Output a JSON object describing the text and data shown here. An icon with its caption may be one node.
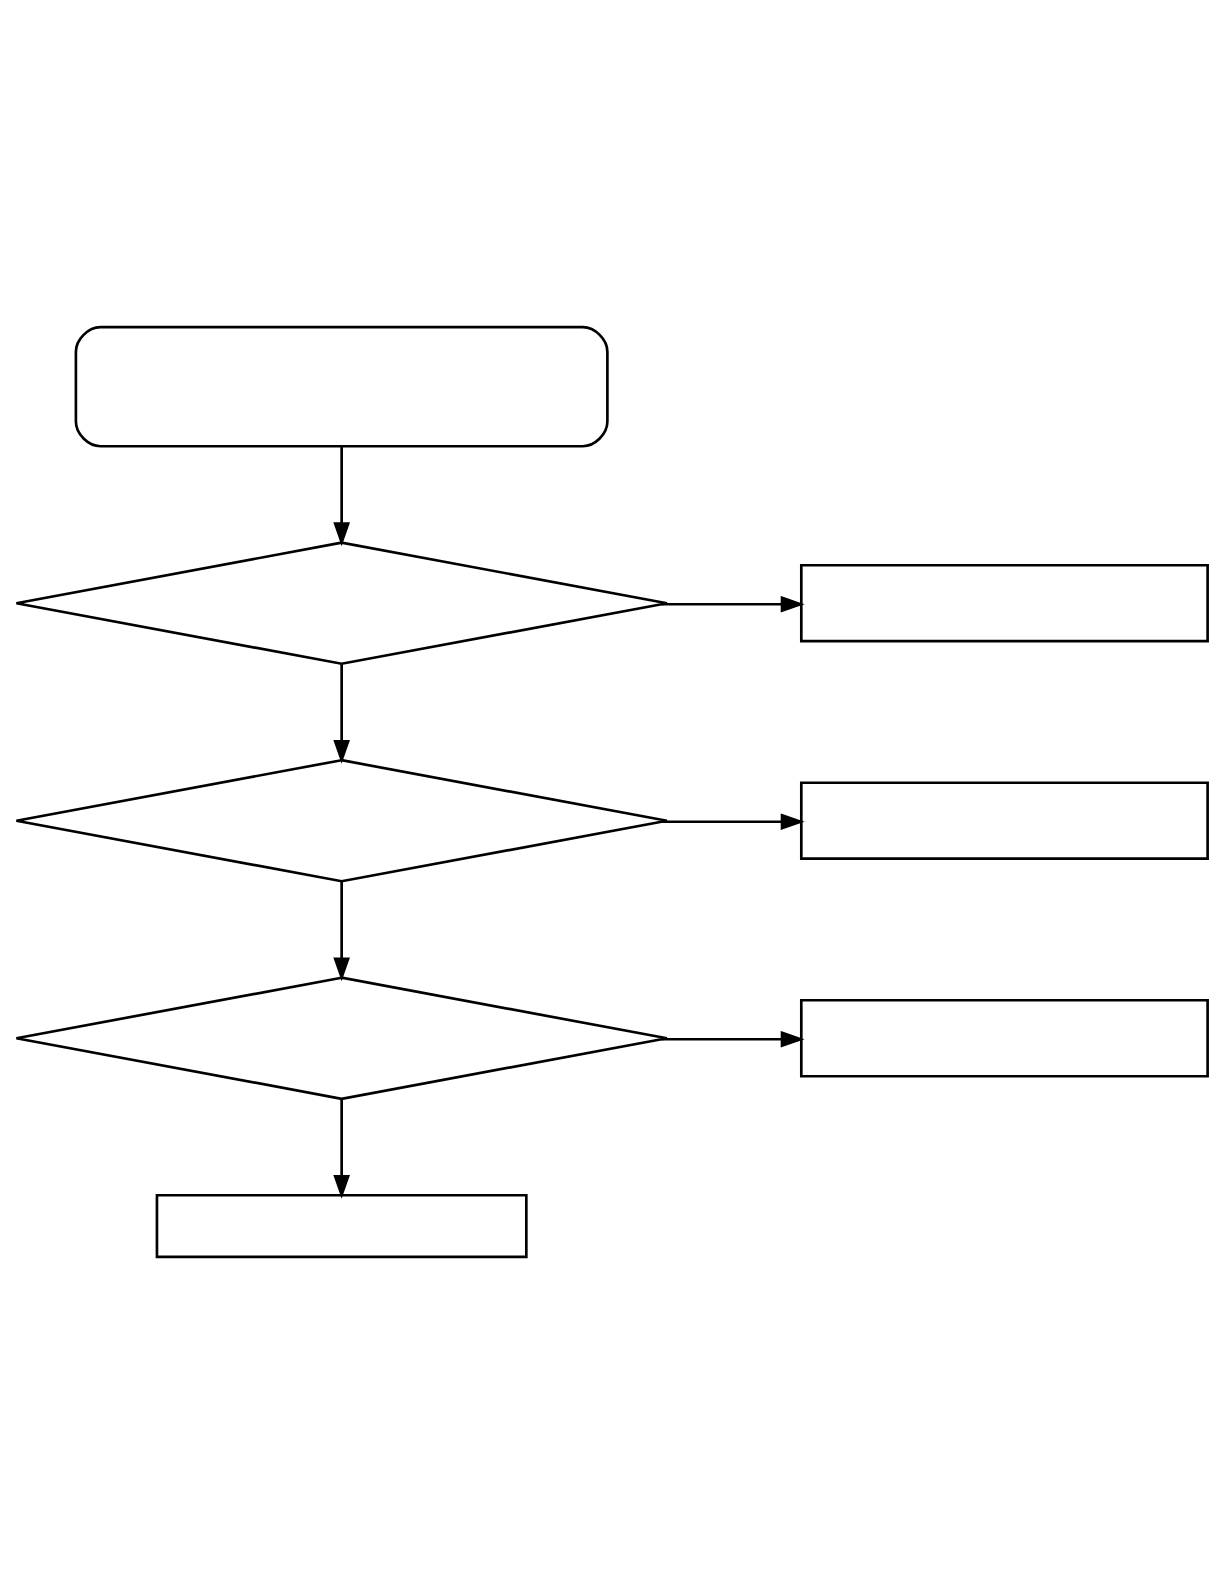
{
  "diagram": {
    "nodes": [
      {
        "text": [],
        "shape": "oval"
      },
      {
        "text": [],
        "shape": "diamond"
      },
      {
        "text": [],
        "shape": "box"
      },
      {
        "text": [],
        "shape": "diamond"
      },
      {
        "text": [],
        "shape": "box"
      },
      {
        "text": [],
        "shape": "diamond"
      },
      {
        "text": [],
        "shape": "box"
      },
      {
        "text": [],
        "shape": "box"
      }
    ],
    "edges": [
      {
        "from": 0,
        "to": 1,
        "arrow": "to"
      },
      {
        "from": 1,
        "to": 2,
        "arrow": "to"
      },
      {
        "from": 1,
        "to": 3,
        "arrow": "to"
      },
      {
        "from": 3,
        "to": 4,
        "arrow": "to"
      },
      {
        "from": 3,
        "to": 5,
        "arrow": "to"
      },
      {
        "from": 5,
        "to": 6,
        "arrow": "to"
      },
      {
        "from": 5,
        "to": 7,
        "arrow": "to"
      }
    ]
  }
}
